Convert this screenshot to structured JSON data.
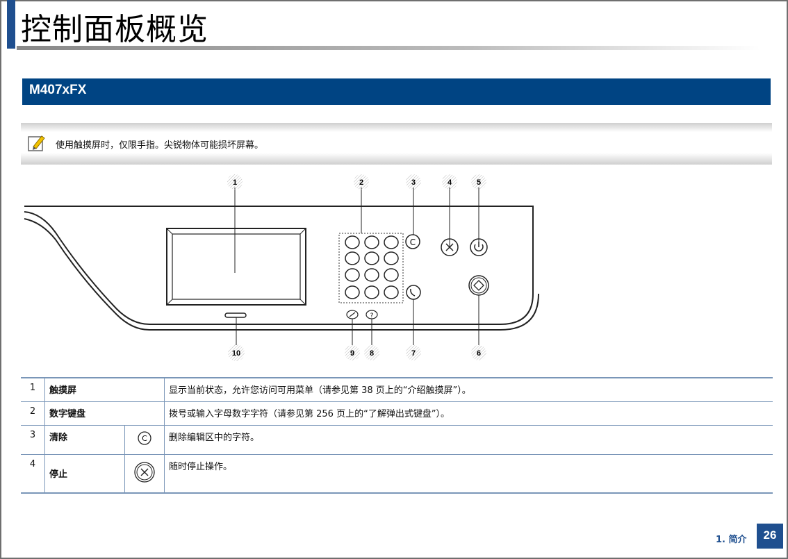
{
  "page": {
    "title": "控制面板概览",
    "section": "M407xFX",
    "note": "使用触摸屏时，仅限手指。尖锐物体可能损坏屏幕。",
    "footer_chapter": "1. 简介",
    "page_number": "26"
  },
  "callouts": [
    "1",
    "2",
    "3",
    "4",
    "5",
    "6",
    "7",
    "8",
    "9",
    "10"
  ],
  "table": {
    "rows": [
      {
        "num": "1",
        "name": "触摸屏",
        "icon": "",
        "desc": "显示当前状态，允许您访问可用菜单（请参见第 38 页上的“介绍触摸屏”）。"
      },
      {
        "num": "2",
        "name": "数字键盘",
        "icon": "",
        "desc": "拨号或输入字母数字字符（请参见第 256 页上的“了解弹出式键盘”）。"
      },
      {
        "num": "3",
        "name": "清除",
        "icon": "clear-c-icon",
        "desc": "删除编辑区中的字符。"
      },
      {
        "num": "4",
        "name": "停止",
        "icon": "stop-x-icon",
        "desc": "随时停止操作。"
      }
    ]
  }
}
